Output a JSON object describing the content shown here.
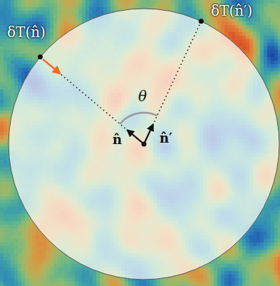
{
  "diagram": {
    "labels": [
      "δT(n̂)",
      "δT(n̂′)",
      "n̂",
      "n̂′",
      "θ"
    ]
  }
}
